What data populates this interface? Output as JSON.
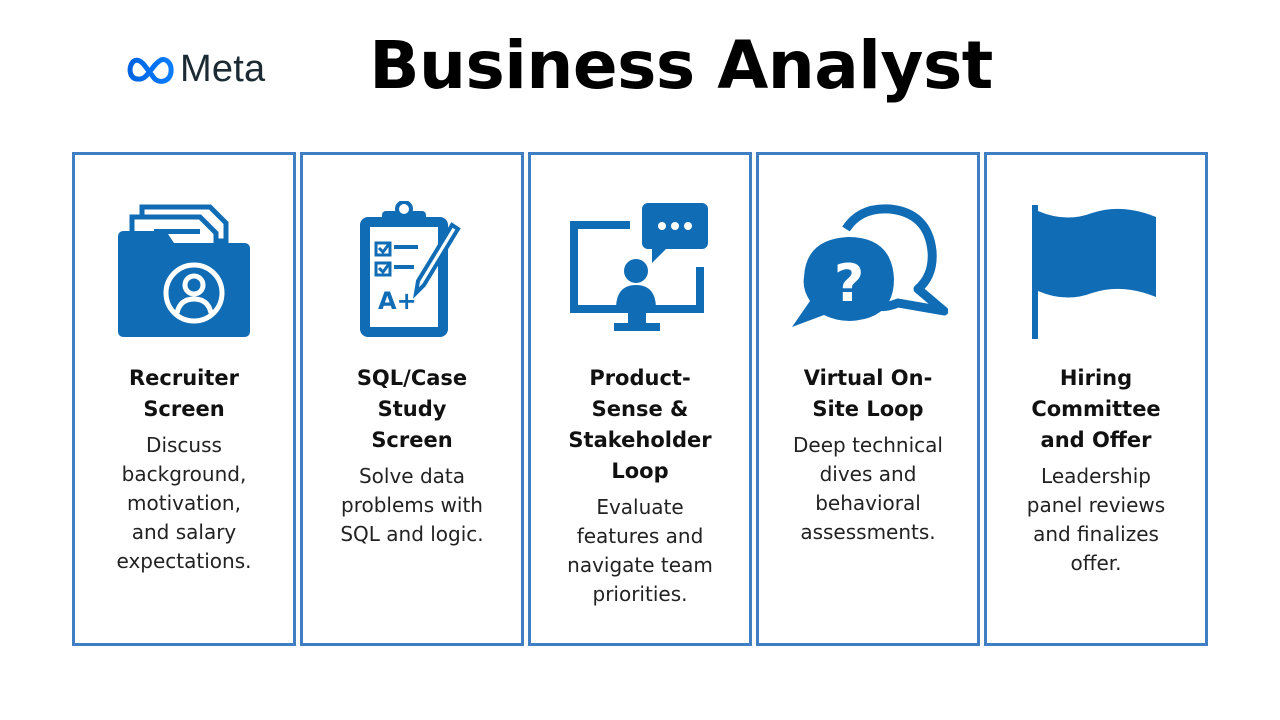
{
  "brand": {
    "logo_text": "Meta",
    "icon": "meta-infinity-logo"
  },
  "title": "Business Analyst",
  "colors": {
    "accent": "#0f6cb5",
    "border": "#3f7ec3",
    "text": "#111111"
  },
  "stages": [
    {
      "title": "Recruiter Screen",
      "description": "Discuss background, motivation, and salary expectations.",
      "icon": "folder-user-icon"
    },
    {
      "title": "SQL/Case Study Screen",
      "description": "Solve data problems with SQL and logic.",
      "icon": "clipboard-checklist-icon"
    },
    {
      "title": "Product-Sense & Stakeholder Loop",
      "description": "Evaluate features and navigate team priorities.",
      "icon": "monitor-chat-icon"
    },
    {
      "title": "Virtual On-Site Loop",
      "description": "Deep technical dives and behavioral assessments.",
      "icon": "question-bubbles-icon"
    },
    {
      "title": "Hiring Committee and Offer",
      "description": "Leadership panel reviews and finalizes offer.",
      "icon": "flag-icon"
    }
  ]
}
